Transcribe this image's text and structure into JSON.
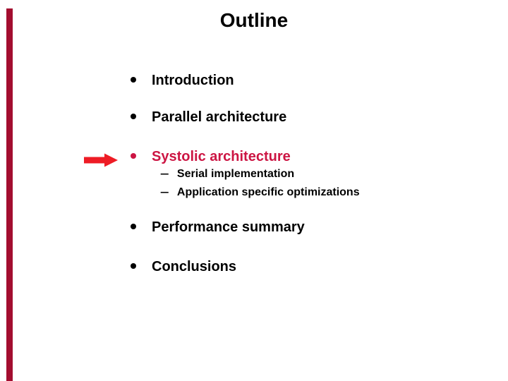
{
  "slide": {
    "title": "Outline",
    "sub_dash": "–",
    "bullets": [
      {
        "label": "Introduction",
        "highlighted": false
      },
      {
        "label": "Parallel architecture",
        "highlighted": false
      },
      {
        "label": "Systolic architecture",
        "highlighted": true,
        "sub": [
          "Serial implementation",
          "Application specific optimizations"
        ]
      },
      {
        "label": "Performance summary",
        "highlighted": false
      },
      {
        "label": "Conclusions",
        "highlighted": false
      }
    ],
    "marker": "right-arrow pointing at current section: Systolic architecture",
    "colors": {
      "highlight_text": "#CC1543",
      "arrow_red": "#EE1C25",
      "left_bar_red": "#A30D2F",
      "body_text": "#000000",
      "background": "#FFFFFF"
    }
  }
}
